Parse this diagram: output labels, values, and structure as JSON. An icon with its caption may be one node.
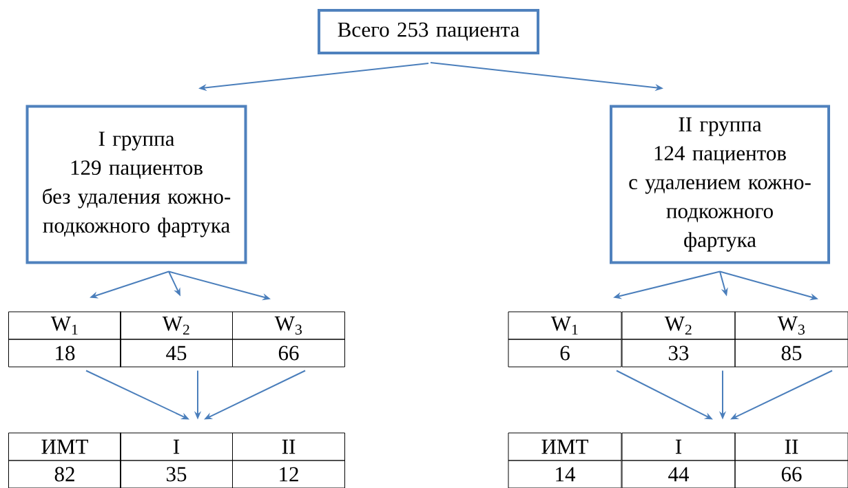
{
  "diagram": {
    "nodes": [
      {
        "text": [
          "Всего 253 пациента"
        ]
      },
      {
        "text": [
          "I группа",
          "129 пациентов",
          "без удаления кожно-подкожного фартука"
        ]
      },
      {
        "text": [
          "II группа",
          "124 пациентов",
          "с удалением кожно-подкожного фартука"
        ]
      },
      {
        "text": [
          "W$_{1}$"
        ]
      },
      {
        "text": [
          "W$_{2}$"
        ]
      },
      {
        "text": [
          "W$_{3}$"
        ]
      },
      {
        "text": [
          "18"
        ]
      },
      {
        "text": [
          "45"
        ]
      },
      {
        "text": [
          "66"
        ]
      },
      {
        "text": [
          "W$_{1}$"
        ]
      },
      {
        "text": [
          "W$_{2}$"
        ]
      },
      {
        "text": [
          "W$_{3}$"
        ]
      },
      {
        "text": [
          "6"
        ]
      },
      {
        "text": [
          "33"
        ]
      },
      {
        "text": [
          "85"
        ]
      },
      {
        "text": [
          "ИМТ"
        ]
      },
      {
        "text": [
          "I"
        ]
      },
      {
        "text": [
          "II"
        ]
      },
      {
        "text": [
          "82"
        ]
      },
      {
        "text": [
          "35"
        ]
      },
      {
        "text": [
          "12"
        ]
      },
      {
        "text": [
          "ИМТ"
        ]
      },
      {
        "text": [
          "I"
        ]
      },
      {
        "text": [
          "II"
        ]
      },
      {
        "text": [
          "14"
        ]
      },
      {
        "text": [
          "44"
        ]
      },
      {
        "text": [
          "66"
        ]
      }
    ],
    "edges": [
      {
        "from": 0,
        "to": 1,
        "arrow": "to"
      },
      {
        "from": 0,
        "to": 2,
        "arrow": "to"
      },
      {
        "from": 1,
        "to": 3,
        "arrow": "to"
      },
      {
        "from": 1,
        "to": 4,
        "arrow": "to"
      },
      {
        "from": 1,
        "to": 5,
        "arrow": "to"
      },
      {
        "from": 2,
        "to": 9,
        "arrow": "to"
      },
      {
        "from": 2,
        "to": 10,
        "arrow": "to"
      },
      {
        "from": 2,
        "to": 11,
        "arrow": "to"
      },
      {
        "from": 6,
        "to": 16,
        "arrow": "to"
      },
      {
        "from": 7,
        "to": 16,
        "arrow": "to"
      },
      {
        "from": 8,
        "to": 16,
        "arrow": "to"
      },
      {
        "from": 12,
        "to": 22,
        "arrow": "to"
      },
      {
        "from": 13,
        "to": 22,
        "arrow": "to"
      },
      {
        "from": 14,
        "to": 22,
        "arrow": "to"
      }
    ]
  }
}
